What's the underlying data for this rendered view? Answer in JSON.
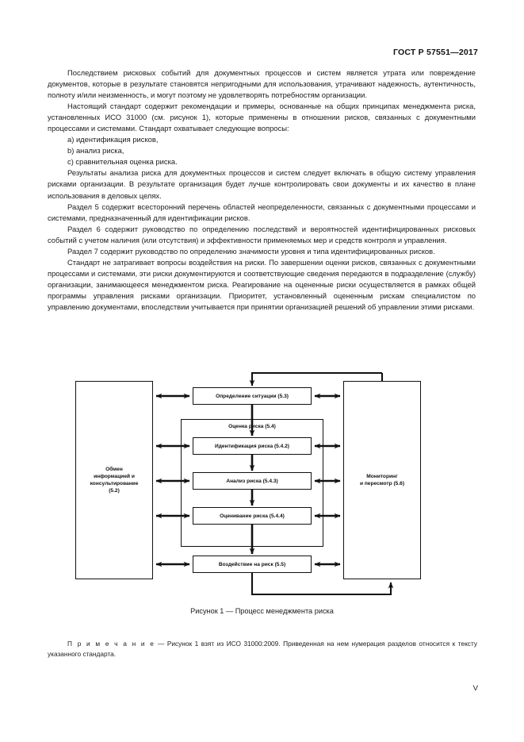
{
  "header": {
    "standard_id": "ГОСТ Р 57551—2017"
  },
  "content": {
    "paragraphs": [
      "Последствием рисковых событий для документных процессов и систем является утрата или повреждение документов, которые в результате становятся непригодными для использования, утрачивают надежность, аутентичность, полноту и/или неизменность, и могут поэтому не удовлетворять потребностям организации.",
      "Настоящий стандарт содержит рекомендации и примеры, основанные на общих принципах менеджмента риска, установленных ИСО 31000 (см. рисунок 1), которые применены в отношении рисков, связанных с документными процессами и системами. Стандарт охватывает следующие вопросы:"
    ],
    "list_items": [
      "a) идентификация рисков,",
      "b) анализ риска,",
      "c) сравнительная оценка риска."
    ],
    "paragraphs_after": [
      "Результаты анализа риска для документных процессов и систем следует включать в общую систему управления рисками организации. В результате организация будет лучше контролировать свои документы и их качество в плане использования в деловых целях.",
      "Раздел 5 содержит всесторонний перечень областей неопределенности, связанных с документными процессами и системами, предназначенный для идентификации рисков.",
      "Раздел 6 содержит руководство по определению последствий и вероятностей идентифицированных рисковых событий с учетом наличия (или отсутствия) и эффективности применяемых мер и средств контроля и управления.",
      "Раздел 7 содержит руководство по определению значимости уровня и типа идентифицированных рисков.",
      "Стандарт не затрагивает вопросы воздействия на риски. По завершении оценки рисков, связанных с документными процессами и системами, эти риски документируются и соответствующие сведения передаются в подразделение (службу) организации, занимающееся менеджментом риска. Реагирование на оцененные риски осуществляется в рамках общей программы управления рисками организации. Приоритет, установленный оцененным рискам специалистом по управлению документами, впоследствии учитывается при принятии организацией решений об управлении этими рисками."
    ]
  },
  "figure": {
    "left_panel": "Обмен\nинформацией и\nконсультирование\n(5.2)",
    "right_panel": "Мониторинг\nи пересмотр (5.6)",
    "assessment_group_label": "Оценка риска (5.4)",
    "process_boxes": [
      "Определение ситуации (5.3)",
      "Идентификация риска (5.4.2)",
      "Анализ риска (5.4.3)",
      "Оценивание риска (5.4.4)",
      "Воздействие на риск (5.5)"
    ],
    "caption": "Рисунок 1 — Процесс менеджмента риска"
  },
  "note": {
    "label": "П р и м е ч а н и е",
    "dash": " — ",
    "text": "Рисунок 1 взят из ИСО 31000:2009. Приведенная на нем нумерация разделов относится к тексту указанного стандарта."
  },
  "footer": {
    "page_number": "V"
  }
}
